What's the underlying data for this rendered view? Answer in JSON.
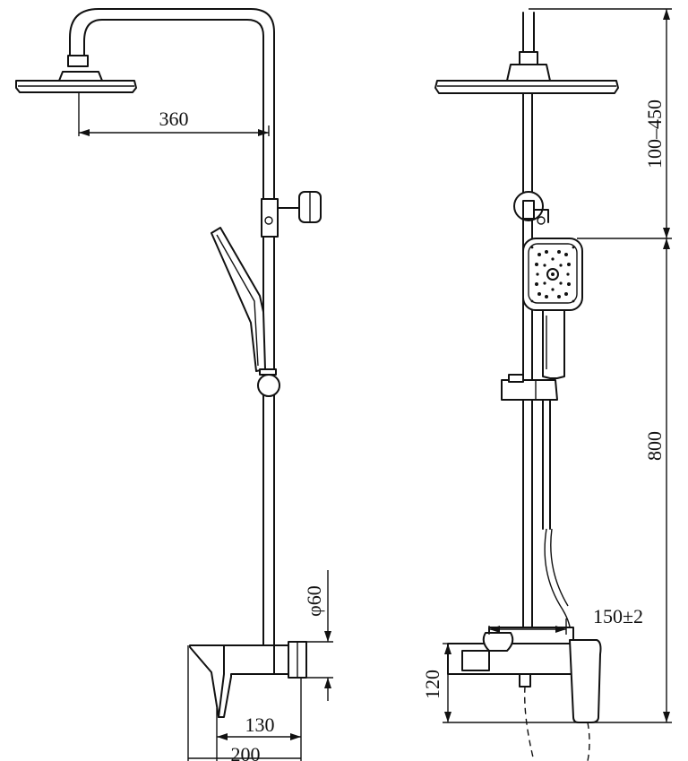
{
  "dimensions": {
    "arm_reach": "360",
    "pipe_diameter": "φ60",
    "valve_depth": "130",
    "overall_depth": "200",
    "head_height_range": "100–450",
    "slide_height": "800",
    "inlet_centers": "150±2",
    "valve_height": "120"
  },
  "colors": {
    "line": "#111111",
    "background": "#ffffff"
  }
}
